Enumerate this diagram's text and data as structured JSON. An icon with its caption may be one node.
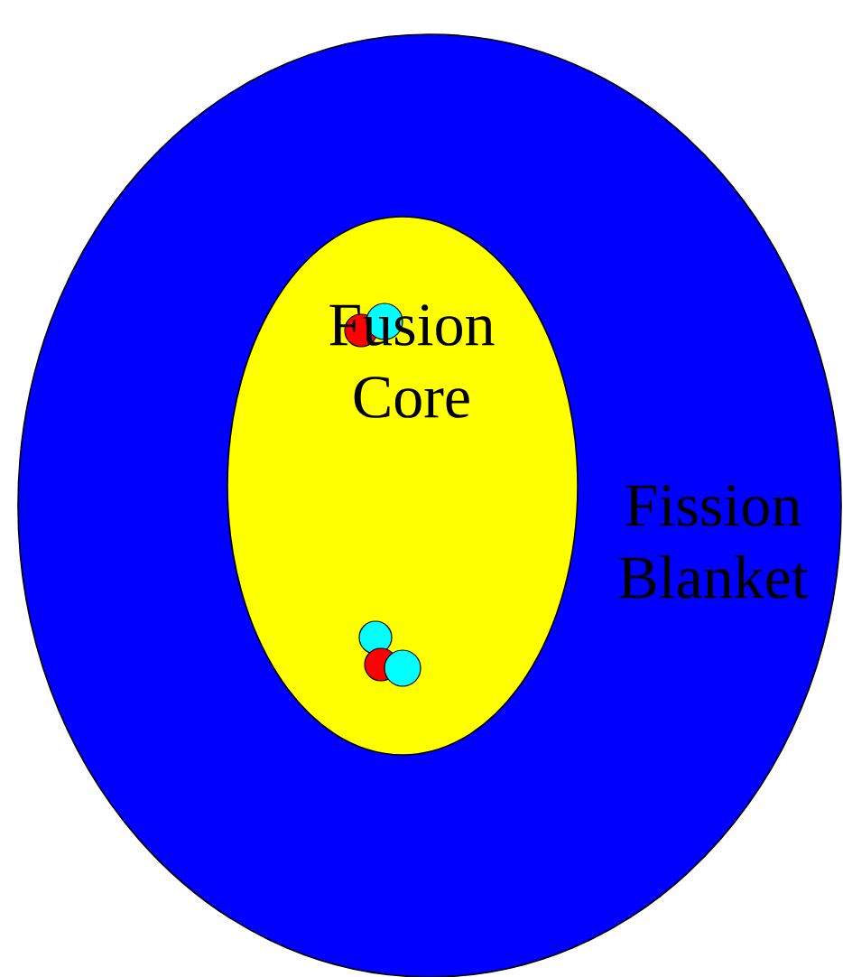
{
  "diagram": {
    "nodes": [
      {
        "text": [
          "Fission Blanket"
        ]
      },
      {
        "text": [
          "Fusion Core"
        ],
        "in": 0
      }
    ]
  }
}
